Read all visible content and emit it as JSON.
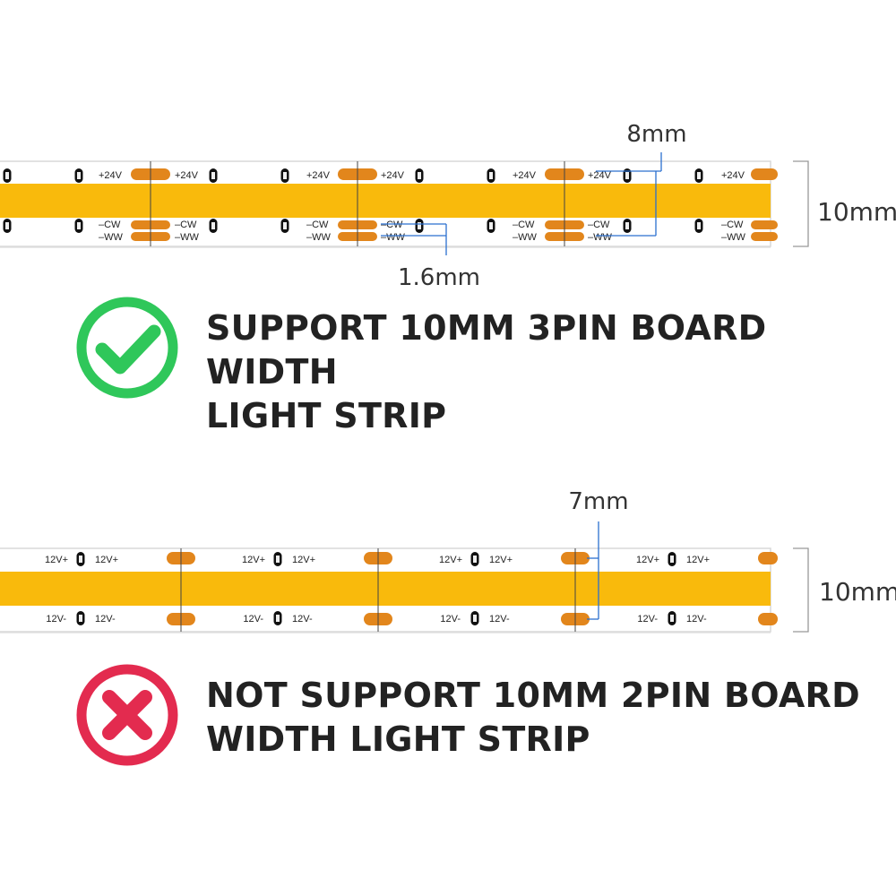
{
  "colors": {
    "led": "#f9ba0c",
    "pad": "#e2861c",
    "board": "#ffffff",
    "board_edge": "#d9d9d9",
    "dimension_line": "#2b6fcf",
    "check": "#2fc75a",
    "cross": "#e32b4f",
    "text": "#222222"
  },
  "strip_3pin": {
    "top_pad_label": "+24V",
    "cw_label": "–CW",
    "ww_label": "–WW",
    "dim_gap": "8mm",
    "dim_pitch": "1.6mm",
    "dim_width": "10mm"
  },
  "status_support": {
    "icon": "check-circle-icon",
    "line1": "SUPPORT 10MM 3PIN BOARD WIDTH",
    "line2": "LIGHT STRIP"
  },
  "strip_2pin": {
    "top_label": "12V+",
    "bottom_label": "12V-",
    "dim_gap": "7mm",
    "dim_width": "10mm"
  },
  "status_not_support": {
    "icon": "cross-circle-icon",
    "line1": "NOT SUPPORT 10MM 2PIN BOARD",
    "line2": "WIDTH LIGHT STRIP"
  }
}
